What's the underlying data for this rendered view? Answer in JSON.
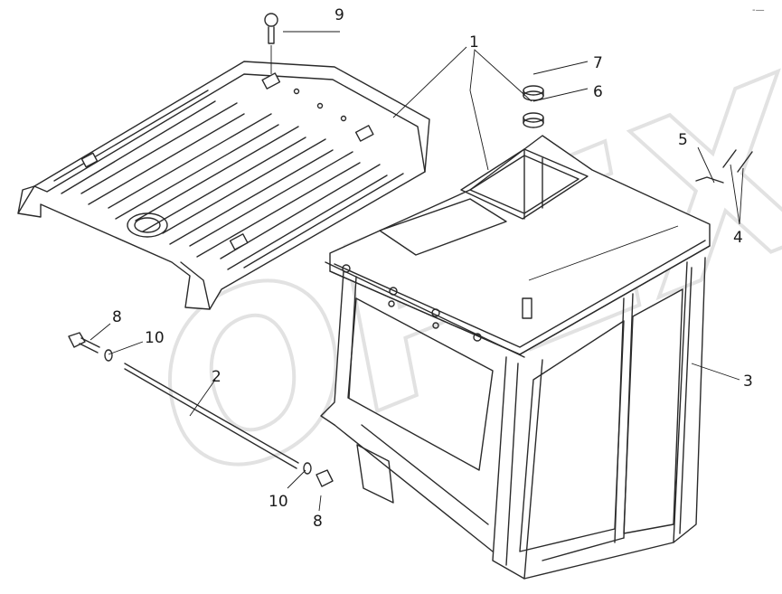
{
  "callouts": {
    "roof_panel": "1",
    "tie_rod": "2",
    "cab_frame": "3",
    "pins_pair": "4",
    "single_pin": "5",
    "washer_lower": "6",
    "washer_upper": "7",
    "bolt_left": "8",
    "bolt_right": "8",
    "eye_bolt": "9",
    "washer_left": "10",
    "washer_right": "10"
  },
  "watermark": {
    "text": "OPEX",
    "color": "#e4e4e4"
  },
  "corner_mark": "-—"
}
